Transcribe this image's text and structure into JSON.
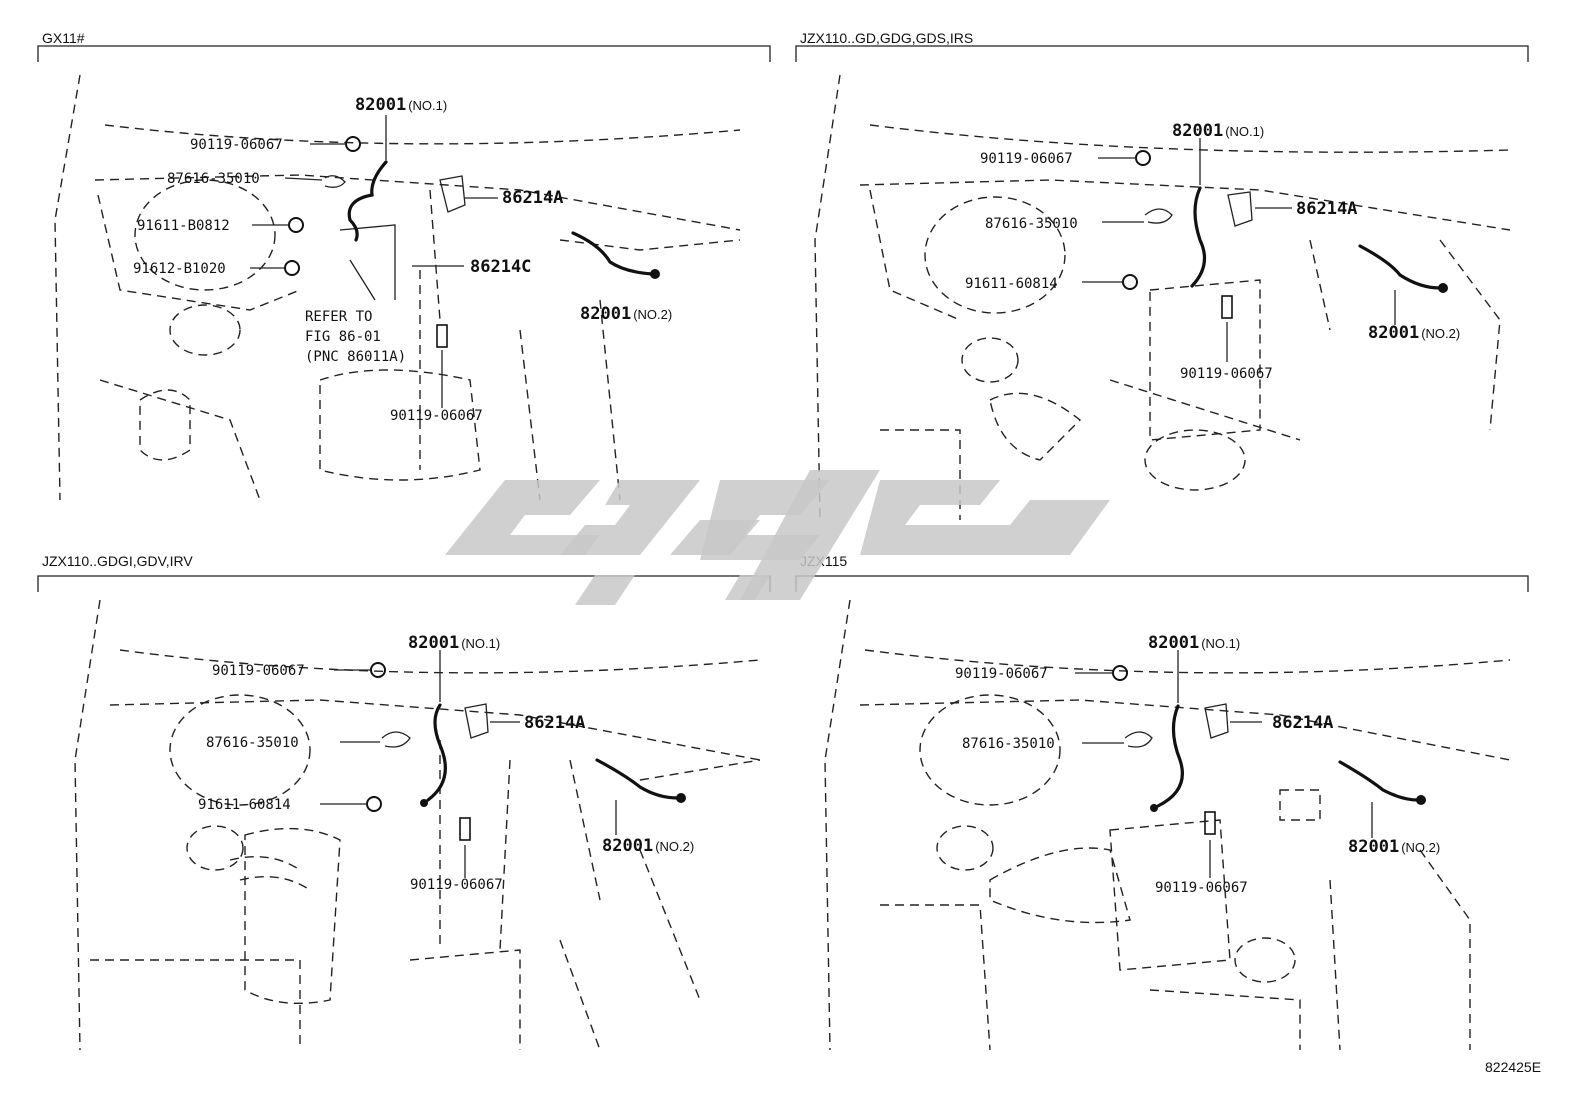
{
  "diagram_id": "822425E",
  "panels": [
    {
      "title": "GX11#",
      "parts": {
        "sensor_no1": {
          "num": "82001",
          "sub": "(NO.1)"
        },
        "bolt_top": "90119-06067",
        "clip": "87616-35010",
        "bolt_a": "91611-B0812",
        "bolt_b": "91612-B1020",
        "bracket_a": "86214A",
        "bracket_c": "86214C",
        "sensor_no2": {
          "num": "82001",
          "sub": "(NO.2)"
        },
        "bolt_bottom": "90119-06067",
        "refer": [
          "REFER TO",
          "FIG 86-01",
          "(PNC 86011A)"
        ]
      }
    },
    {
      "title": "JZX110..GD,GDG,GDS,IRS",
      "parts": {
        "sensor_no1": {
          "num": "82001",
          "sub": "(NO.1)"
        },
        "bolt_top": "90119-06067",
        "clip": "87616-35010",
        "bolt_a": "91611-60814",
        "bracket_a": "86214A",
        "sensor_no2": {
          "num": "82001",
          "sub": "(NO.2)"
        },
        "bolt_bottom": "90119-06067"
      }
    },
    {
      "title": "JZX110..GDGI,GDV,IRV",
      "parts": {
        "sensor_no1": {
          "num": "82001",
          "sub": "(NO.1)"
        },
        "bolt_top": "90119-06067",
        "clip": "87616-35010",
        "bolt_a": "91611-60814",
        "bracket_a": "86214A",
        "sensor_no2": {
          "num": "82001",
          "sub": "(NO.2)"
        },
        "bolt_bottom": "90119-06067"
      }
    },
    {
      "title": "JZX115",
      "parts": {
        "sensor_no1": {
          "num": "82001",
          "sub": "(NO.1)"
        },
        "bolt_top": "90119-06067",
        "clip": "87616-35010",
        "bracket_a": "86214A",
        "sensor_no2": {
          "num": "82001",
          "sub": "(NO.2)"
        },
        "bolt_bottom": "90119-06067"
      }
    }
  ],
  "watermark": {
    "color": "#c8c8c8"
  }
}
